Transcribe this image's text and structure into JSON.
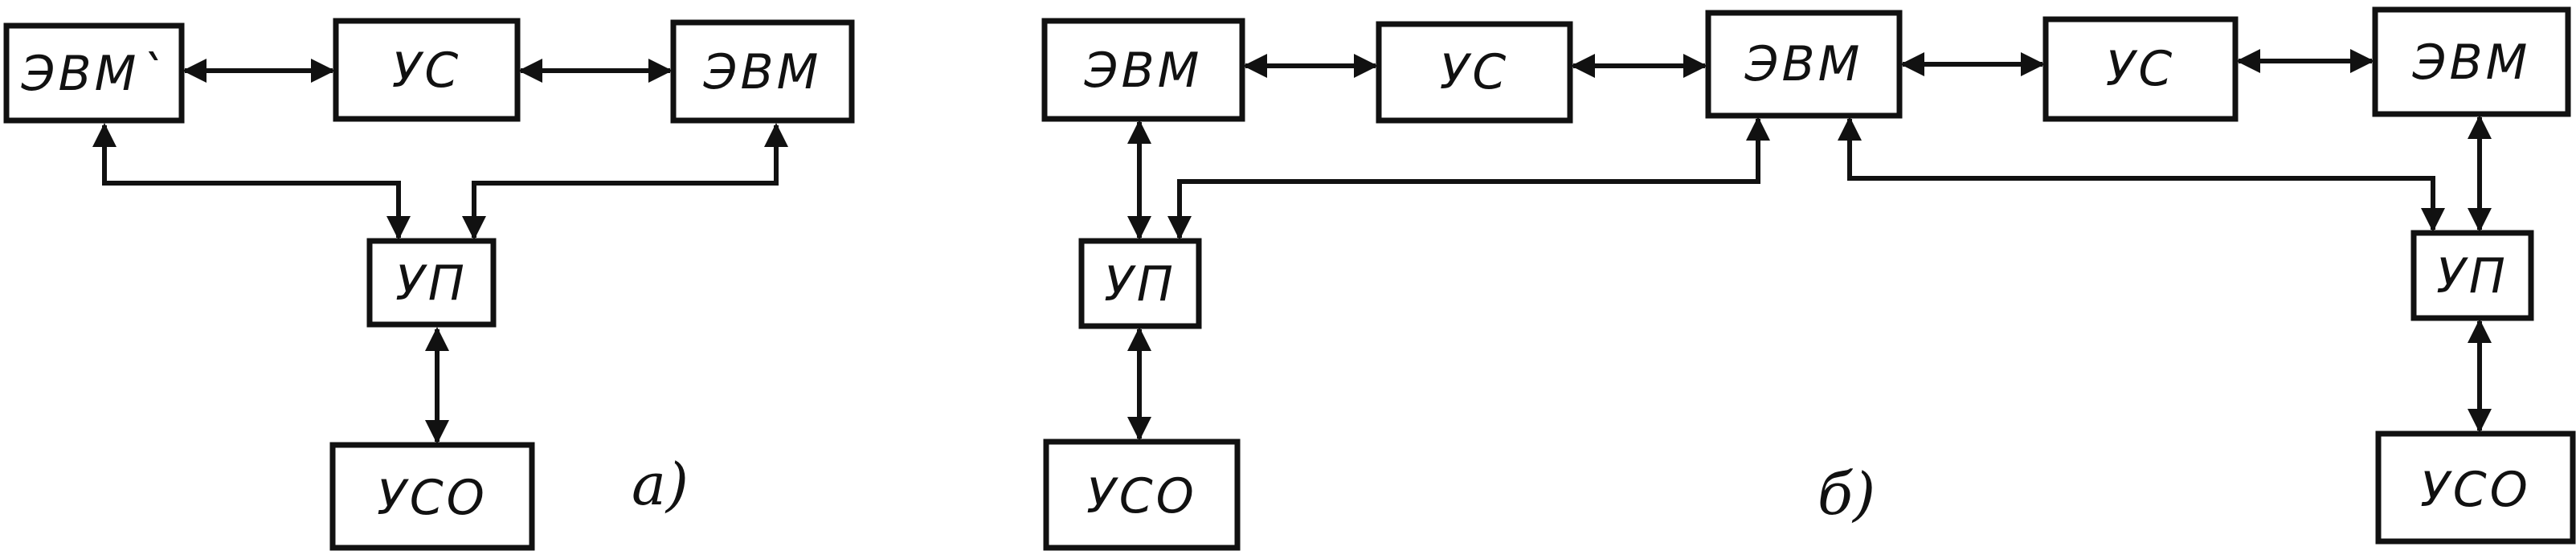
{
  "colors": {
    "line": "#111111",
    "background": "#ffffff"
  },
  "panel_a": {
    "label": "a)",
    "blocks": {
      "evm_left": "ЭВМ`",
      "us": "УС",
      "evm_right": "ЭВМ",
      "up": "УП",
      "uso": "УСО"
    }
  },
  "panel_b": {
    "label": "б)",
    "blocks": {
      "evm_1": "ЭВМ",
      "us_1": "УС",
      "evm_2": "ЭВМ",
      "us_2": "УС",
      "evm_3": "ЭВМ",
      "up_left": "УП",
      "uso_left": "УСО",
      "up_right": "УП",
      "uso_right": "УСО"
    }
  }
}
